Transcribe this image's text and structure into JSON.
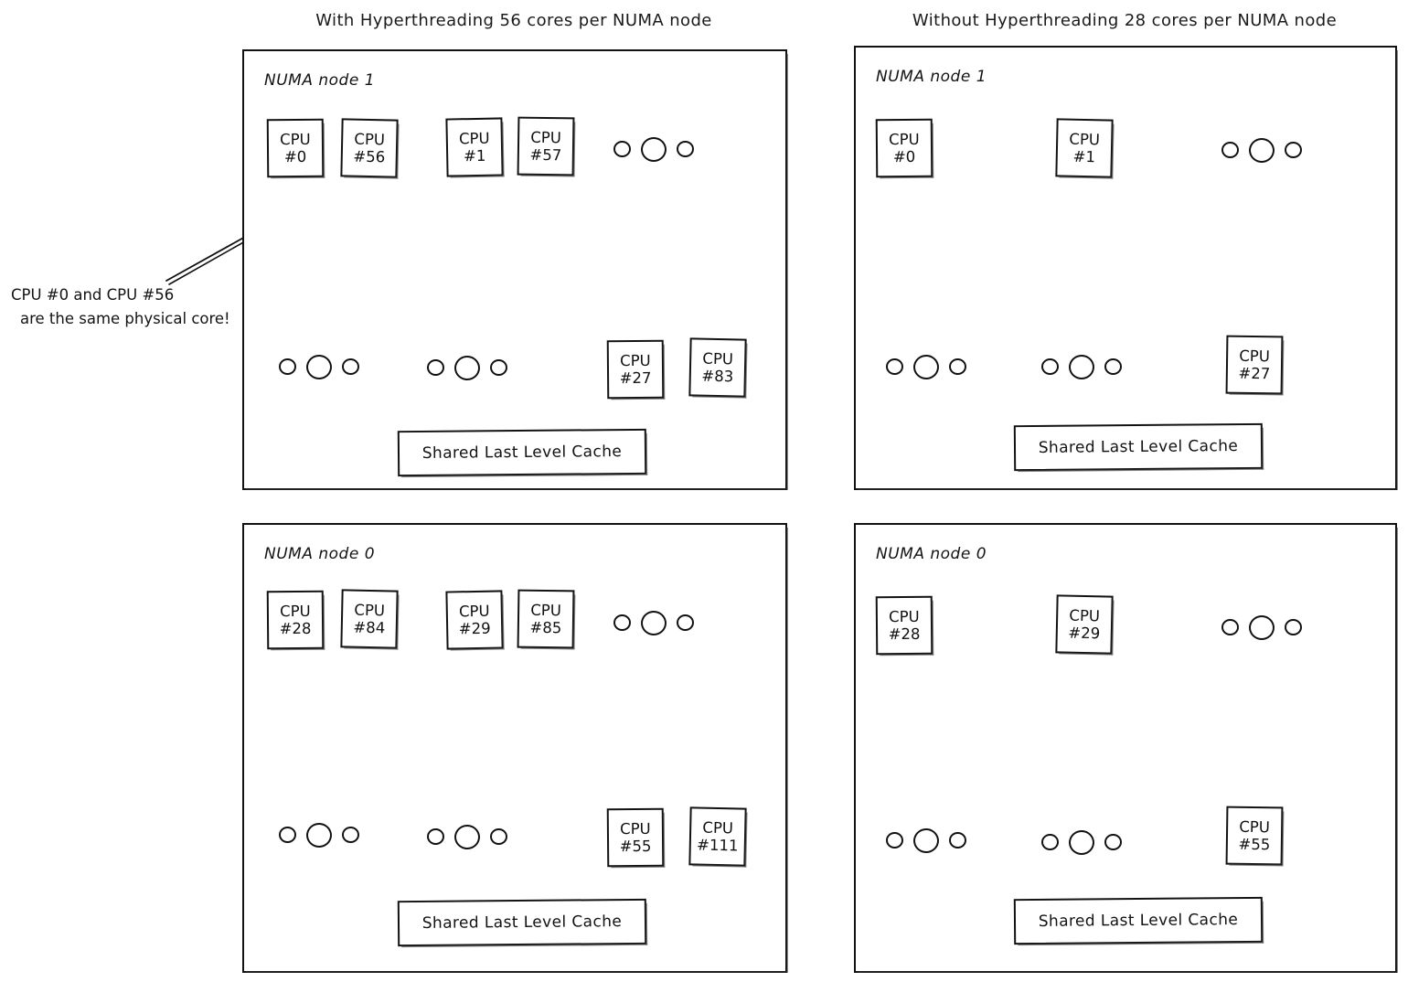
{
  "titles": {
    "left": "With Hyperthreading 56 cores per NUMA node",
    "right": "Without Hyperthreading 28 cores per NUMA node"
  },
  "labels": {
    "cpu_word": "CPU",
    "shared_cache": "Shared Last Level Cache",
    "node1": "NUMA node 1",
    "node0": "NUMA node 0"
  },
  "annotation": {
    "line1": "CPU #0 and CPU #56",
    "line2": "are the same physical core!"
  },
  "panels": {
    "ht_node1": {
      "node_label": "NUMA node 1",
      "cache_label": "Shared Last Level Cache",
      "top_cpus": [
        "#0",
        "#56",
        "#1",
        "#57"
      ],
      "bottom_cpus": [
        "#27",
        "#83"
      ]
    },
    "ht_node0": {
      "node_label": "NUMA node 0",
      "cache_label": "Shared Last Level Cache",
      "top_cpus": [
        "#28",
        "#84",
        "#29",
        "#85"
      ],
      "bottom_cpus": [
        "#55",
        "#111"
      ]
    },
    "nht_node1": {
      "node_label": "NUMA node 1",
      "cache_label": "Shared Last Level Cache",
      "top_cpus": [
        "#0",
        "#1"
      ],
      "bottom_cpus": [
        "#27"
      ]
    },
    "nht_node0": {
      "node_label": "NUMA node 0",
      "cache_label": "Shared Last Level Cache",
      "top_cpus": [
        "#28",
        "#29"
      ],
      "bottom_cpus": [
        "#55"
      ]
    }
  },
  "colors": {
    "ink": "#121212",
    "background": "#ffffff"
  }
}
